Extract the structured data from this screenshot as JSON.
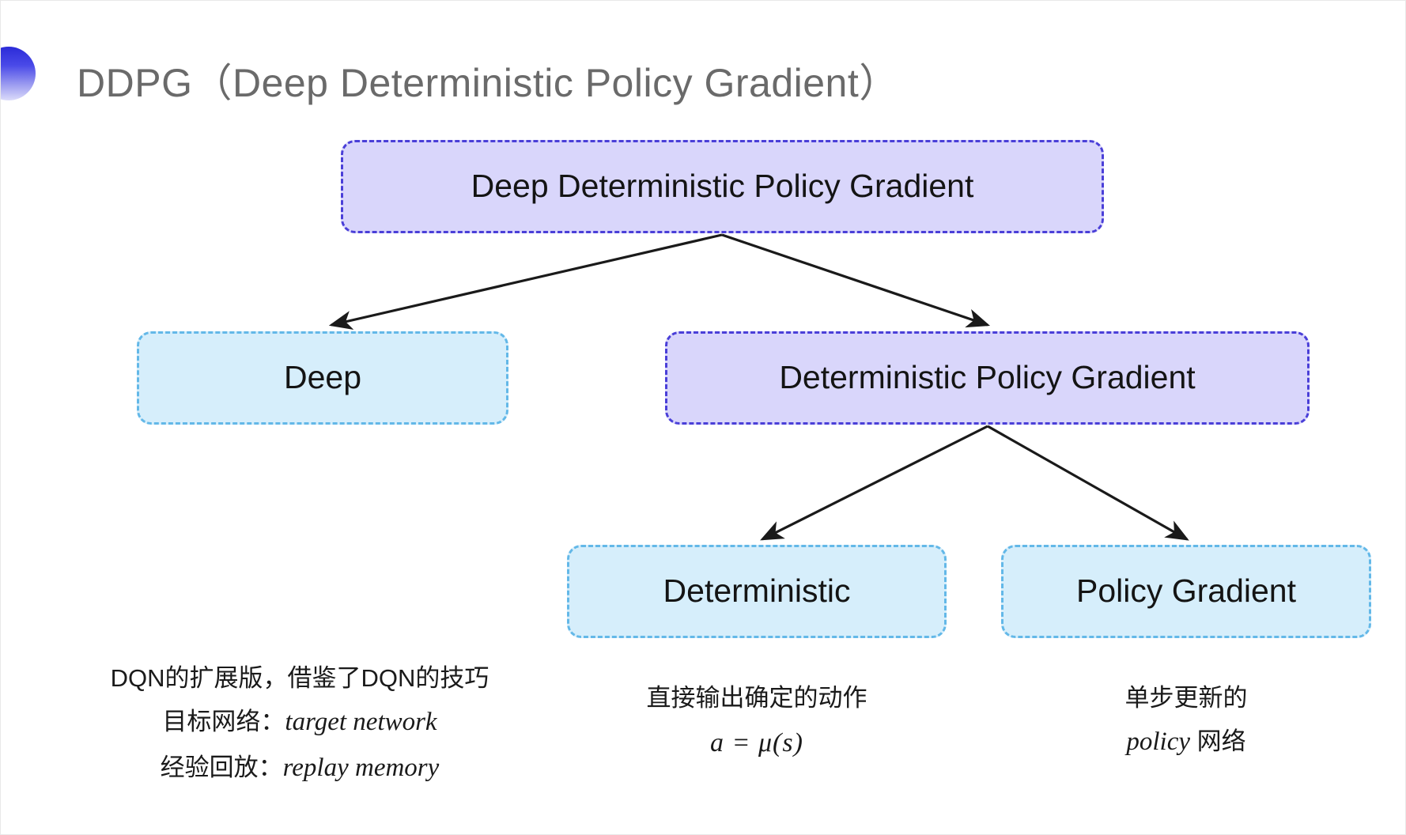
{
  "slide": {
    "title": "DDPG（Deep Deterministic Policy Gradient）",
    "bullet_icon": "half-circle-gradient-icon",
    "background": "#ffffff",
    "title_color": "#6a6a6a"
  },
  "palette": {
    "purple_fill": "#d9d6fb",
    "purple_border": "#4a3fd8",
    "cyan_fill": "#d6eefb",
    "cyan_border": "#63b8e8",
    "arrow_color": "#1a1a1a",
    "text_color": "#141414"
  },
  "diagram": {
    "root": {
      "label": "Deep Deterministic Policy Gradient",
      "style": "purple"
    },
    "level2": [
      {
        "label": "Deep",
        "style": "cyan"
      },
      {
        "label": "Deterministic Policy Gradient",
        "style": "purple"
      }
    ],
    "level3": [
      {
        "label": "Deterministic",
        "style": "cyan"
      },
      {
        "label": "Policy Gradient",
        "style": "cyan"
      }
    ]
  },
  "annotations": {
    "deep": {
      "line1": "DQN的扩展版，借鉴了DQN的技巧",
      "line2_label": "目标网络：",
      "line2_term": "target network",
      "line3_label": "经验回放：",
      "line3_term": "replay memory"
    },
    "deterministic": {
      "line1": "直接输出确定的动作",
      "formula": "a = μ(s)"
    },
    "policy_gradient": {
      "line1": "单步更新的",
      "line2_term": "policy",
      "line2_suffix": " 网络"
    }
  }
}
